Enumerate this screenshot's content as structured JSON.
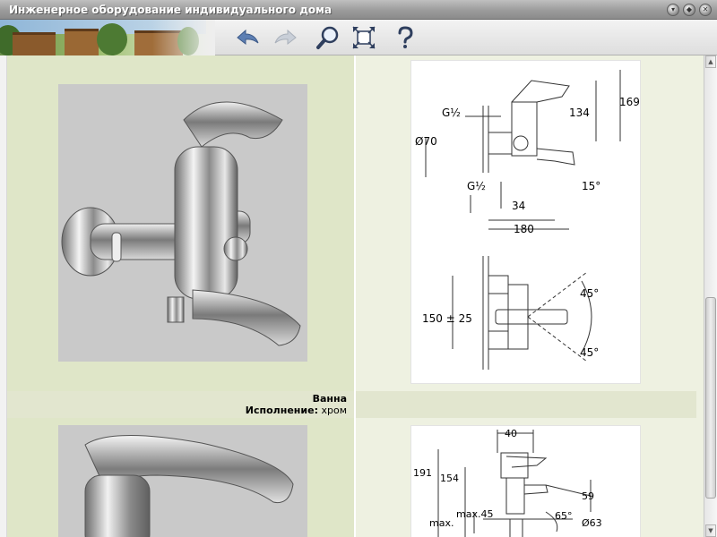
{
  "window": {
    "title": "Инженерное оборудование индивидуального дома",
    "buttons": [
      "minimize",
      "restore",
      "close"
    ]
  },
  "toolbar": {
    "tools": [
      {
        "name": "back-arrow-icon",
        "enabled": true
      },
      {
        "name": "forward-arrow-icon",
        "enabled": false
      },
      {
        "name": "magnifier-icon",
        "enabled": true
      },
      {
        "name": "fit-window-icon",
        "enabled": true
      },
      {
        "name": "help-question-icon",
        "enabled": true
      }
    ]
  },
  "products": [
    {
      "title": "Ванна",
      "finish_label": "Исполнение:",
      "finish_value": "хром",
      "dims": {
        "thread_top": "G½",
        "thread_bottom": "G½",
        "diameter": "Ø70",
        "height_134": "134",
        "height_169": "169",
        "angle": "15°",
        "width_34": "34",
        "width_180": "180",
        "spacing": "150 ± 25",
        "rot_top": "45°",
        "rot_bottom": "45°"
      }
    },
    {
      "dims": {
        "top": "40",
        "h191": "191",
        "h154": "154",
        "d59": "59",
        "max45": "max.45",
        "ang65": "65°",
        "d63": "Ø63",
        "max": "max."
      }
    }
  ],
  "colors": {
    "photo_cell": "#dfe6c8",
    "drawing_cell": "#eef1e1",
    "caption_row": "#e2e6cf",
    "title_bar": "#9c9c9c"
  }
}
